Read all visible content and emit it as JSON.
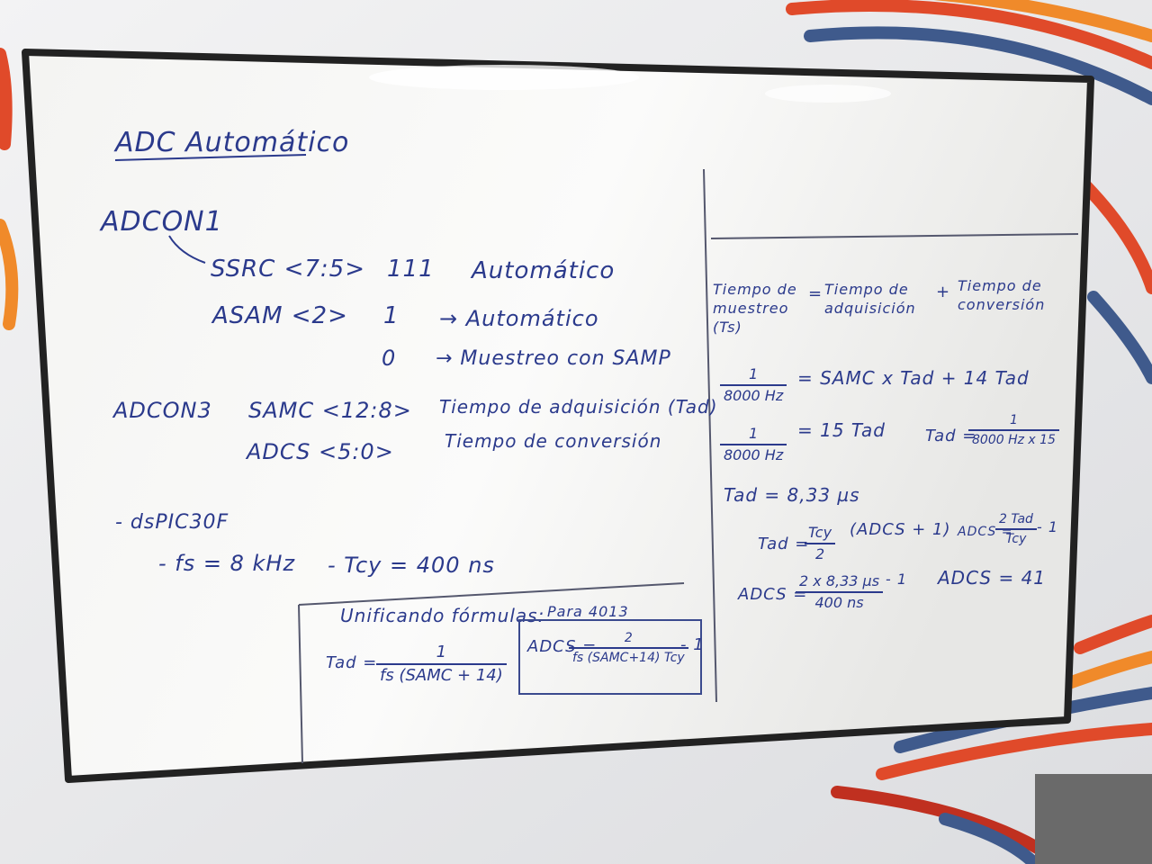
{
  "board": {
    "title": "ADC Automático",
    "left": {
      "adcon1": "ADCON1",
      "ssrc": "SSRC <7:5>",
      "ssrc_val": "111",
      "ssrc_desc": "Automático",
      "asam": "ASAM <2>",
      "asam_val1": "1",
      "asam_desc1": "→ Automático",
      "asam_val0": "0",
      "asam_desc0": "→ Muestreo con SAMP",
      "adcon3": "ADCON3",
      "samc": "SAMC <12:8>",
      "samc_desc": "Tiempo de adquisición (Tad)",
      "adcs": "ADCS <5:0>",
      "adcs_desc": "Tiempo de conversión",
      "dspic": "- dsPIC30F",
      "fs": "- fs = 8 kHz",
      "tcy": "- Tcy = 400 ns"
    },
    "box": {
      "title": "Unificando fórmulas:",
      "tad_lhs": "Tad =",
      "tad_num": "1",
      "tad_den": "fs (SAMC + 14)",
      "para": "Para 4013",
      "adcs_lhs": "ADCS =",
      "adcs_num": "2",
      "adcs_den": "fs (SAMC+14) Tcy",
      "adcs_tail": "- 1"
    },
    "right": {
      "t_muestreo": "Tiempo de muestreo (Ts)",
      "eq": "=",
      "t_adq": "Tiempo de adquisición",
      "plus": "+",
      "t_conv": "Tiempo de conversión",
      "f1_num": "1",
      "f1_den": "8000 Hz",
      "f1_rhs": "= SAMC x Tad + 14 Tad",
      "f2_num": "1",
      "f2_den": "8000 Hz",
      "f2_rhs": "= 15 Tad",
      "tad_lhs": "Tad =",
      "tad_num": "1",
      "tad_den": "8000 Hz x 15",
      "tad_val": "Tad = 8,33 µs",
      "tadf_lhs": "Tad =",
      "tadf_num": "Tcy",
      "tadf_den": "2",
      "tadf_rhs": "(ADCS + 1)",
      "adcsf_lhs": "ADCS =",
      "adcsf_num": "2 Tad",
      "adcsf_den": "Tcy",
      "adcsf_tail": "- 1",
      "adcs_calc_lhs": "ADCS =",
      "adcs_calc_num": "2 x 8,33 µs",
      "adcs_calc_den": "400 ns",
      "adcs_calc_tail": "- 1",
      "adcs_result": "ADCS = 41"
    }
  }
}
